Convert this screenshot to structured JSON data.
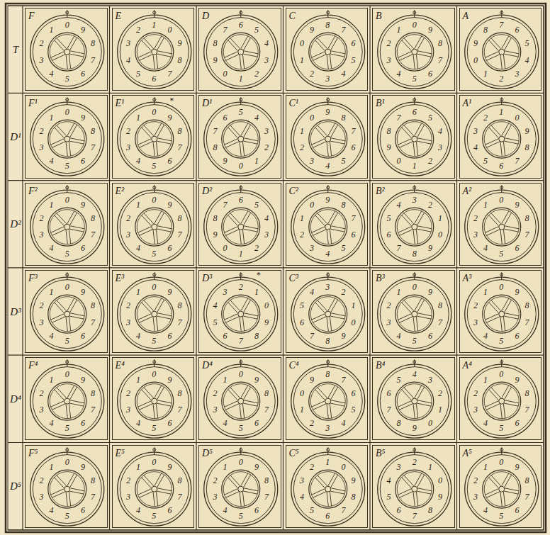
{
  "diagram": {
    "nodes": [
      {
        "text": [
          "F",
          "0",
          "9",
          "8",
          "7",
          "6",
          "5",
          "4",
          "3",
          "2",
          "1"
        ]
      },
      {
        "text": [
          "E",
          "1",
          "0",
          "9",
          "8",
          "7",
          "6",
          "5",
          "4",
          "3",
          "2"
        ]
      },
      {
        "text": [
          "D",
          "6",
          "5",
          "4",
          "3",
          "2",
          "1",
          "0",
          "9",
          "8",
          "7"
        ]
      },
      {
        "text": [
          "C",
          "8",
          "7",
          "6",
          "5",
          "4",
          "3",
          "2",
          "1",
          "0",
          "9"
        ]
      },
      {
        "text": [
          "B",
          "0",
          "9",
          "8",
          "7",
          "6",
          "5",
          "4",
          "3",
          "2",
          "1"
        ]
      },
      {
        "text": [
          "A",
          "7",
          "6",
          "5",
          "4",
          "3",
          "2",
          "1",
          "0",
          "9",
          "8"
        ]
      },
      {
        "text": [
          "F¹",
          "0",
          "9",
          "8",
          "7",
          "6",
          "5",
          "4",
          "3",
          "2",
          "1"
        ]
      },
      {
        "text": [
          "E¹",
          "0",
          "9",
          "8",
          "7",
          "6",
          "5",
          "4",
          "3",
          "2",
          "1",
          "*"
        ]
      },
      {
        "text": [
          "D¹",
          "5",
          "4",
          "3",
          "2",
          "1",
          "0",
          "9",
          "8",
          "7",
          "6"
        ]
      },
      {
        "text": [
          "C¹",
          "9",
          "8",
          "7",
          "6",
          "5",
          "4",
          "3",
          "2",
          "1",
          "0"
        ]
      },
      {
        "text": [
          "B¹",
          "6",
          "5",
          "4",
          "3",
          "2",
          "1",
          "0",
          "9",
          "8",
          "7"
        ]
      },
      {
        "text": [
          "A¹",
          "1",
          "0",
          "9",
          "8",
          "7",
          "6",
          "5",
          "4",
          "3",
          "2"
        ]
      },
      {
        "text": [
          "F²",
          "0",
          "9",
          "8",
          "7",
          "6",
          "5",
          "4",
          "3",
          "2",
          "1"
        ]
      },
      {
        "text": [
          "E²",
          "0",
          "9",
          "8",
          "7",
          "6",
          "5",
          "4",
          "3",
          "2",
          "1"
        ]
      },
      {
        "text": [
          "D²",
          "6",
          "5",
          "4",
          "3",
          "2",
          "1",
          "0",
          "9",
          "8",
          "7"
        ]
      },
      {
        "text": [
          "C²",
          "9",
          "8",
          "7",
          "6",
          "5",
          "4",
          "3",
          "2",
          "1",
          "0"
        ]
      },
      {
        "text": [
          "B²",
          "3",
          "2",
          "1",
          "0",
          "9",
          "8",
          "7",
          "6",
          "5",
          "4"
        ]
      },
      {
        "text": [
          "A²",
          "0",
          "9",
          "8",
          "7",
          "6",
          "5",
          "4",
          "3",
          "2",
          "1"
        ]
      },
      {
        "text": [
          "F³",
          "0",
          "9",
          "8",
          "7",
          "6",
          "5",
          "4",
          "3",
          "2",
          "1"
        ]
      },
      {
        "text": [
          "E³",
          "0",
          "9",
          "8",
          "7",
          "6",
          "5",
          "4",
          "3",
          "2",
          "1"
        ]
      },
      {
        "text": [
          "D³",
          "2",
          "1",
          "0",
          "9",
          "8",
          "7",
          "6",
          "5",
          "4",
          "3",
          "*"
        ]
      },
      {
        "text": [
          "C³",
          "3",
          "2",
          "1",
          "0",
          "9",
          "8",
          "7",
          "6",
          "5",
          "4"
        ]
      },
      {
        "text": [
          "B³",
          "0",
          "9",
          "8",
          "7",
          "6",
          "5",
          "4",
          "3",
          "2",
          "1"
        ]
      },
      {
        "text": [
          "A³",
          "0",
          "9",
          "8",
          "7",
          "6",
          "5",
          "4",
          "3",
          "2",
          "1"
        ]
      },
      {
        "text": [
          "F⁴",
          "0",
          "9",
          "8",
          "7",
          "6",
          "5",
          "4",
          "3",
          "2",
          "1"
        ]
      },
      {
        "text": [
          "E⁴",
          "0",
          "9",
          "8",
          "7",
          "6",
          "5",
          "4",
          "3",
          "2",
          "1"
        ]
      },
      {
        "text": [
          "D⁴",
          "0",
          "9",
          "8",
          "7",
          "6",
          "5",
          "4",
          "3",
          "2",
          "1"
        ]
      },
      {
        "text": [
          "C⁴",
          "8",
          "7",
          "6",
          "5",
          "4",
          "3",
          "2",
          "1",
          "0",
          "9"
        ]
      },
      {
        "text": [
          "B⁴",
          "4",
          "3",
          "2",
          "1",
          "0",
          "9",
          "8",
          "7",
          "6",
          "5"
        ]
      },
      {
        "text": [
          "A⁴",
          "0",
          "9",
          "8",
          "7",
          "6",
          "5",
          "4",
          "3",
          "2",
          "1"
        ]
      },
      {
        "text": [
          "F⁵",
          "0",
          "9",
          "8",
          "7",
          "6",
          "5",
          "4",
          "3",
          "2",
          "1"
        ]
      },
      {
        "text": [
          "E⁵",
          "0",
          "9",
          "8",
          "7",
          "6",
          "5",
          "4",
          "3",
          "2",
          "1"
        ]
      },
      {
        "text": [
          "D⁵",
          "0",
          "9",
          "8",
          "7",
          "6",
          "5",
          "4",
          "3",
          "2",
          "1"
        ]
      },
      {
        "text": [
          "C⁵",
          "1",
          "0",
          "9",
          "8",
          "7",
          "6",
          "5",
          "4",
          "3",
          "2"
        ]
      },
      {
        "text": [
          "B⁵",
          "2",
          "1",
          "0",
          "9",
          "8",
          "7",
          "6",
          "5",
          "4",
          "3"
        ]
      },
      {
        "text": [
          "A⁵",
          "0",
          "9",
          "8",
          "7",
          "6",
          "5",
          "4",
          "3",
          "2",
          "1"
        ]
      }
    ],
    "labels": [
      "T",
      "D¹",
      "D²",
      "D³",
      "D⁴",
      "D⁵"
    ]
  }
}
